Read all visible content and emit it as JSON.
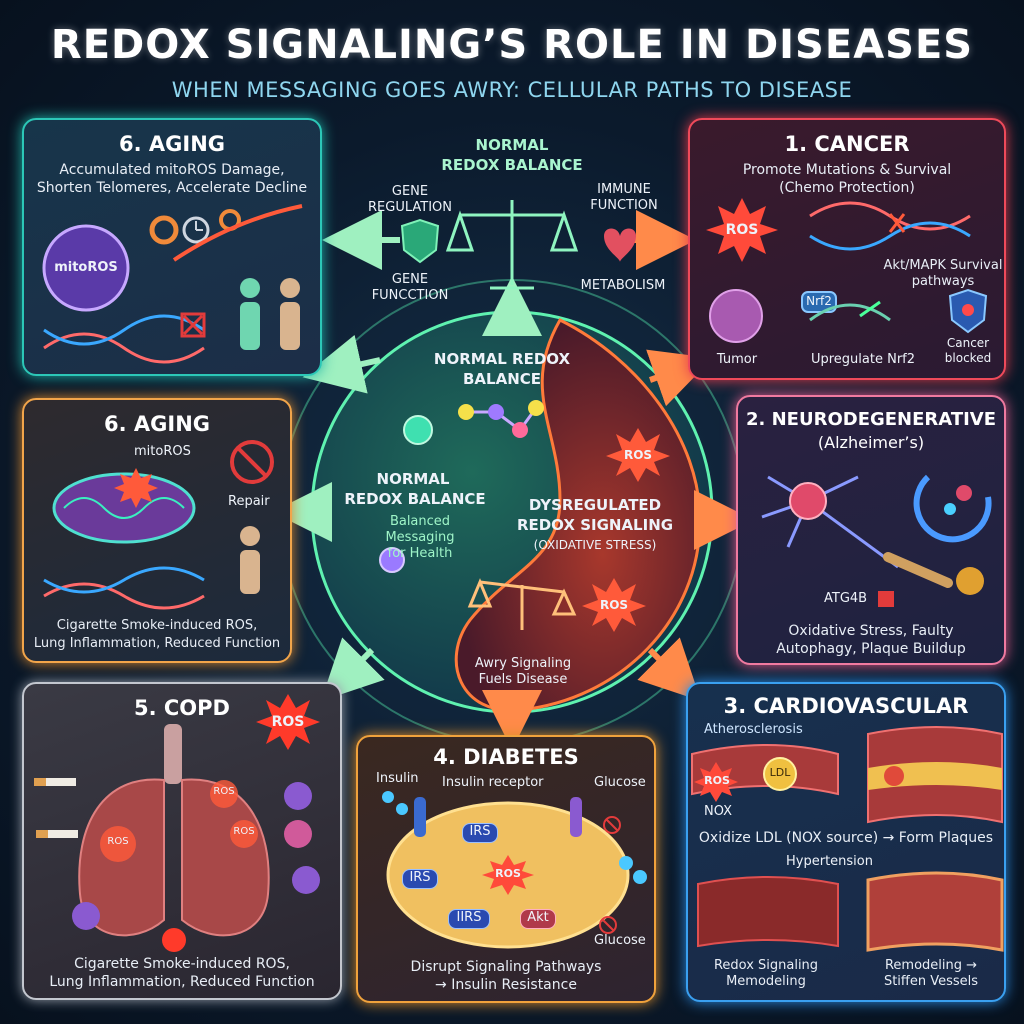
{
  "header": {
    "title": "REDOX SIGNALING’S ROLE IN DISEASES",
    "subtitle": "WHEN MESSAGING GOES AWRY: CELLULAR PATHS TO DISEASE"
  },
  "top_center": {
    "title_line1": "NORMAL",
    "title_line2": "REDOX BALANCE",
    "gene_regulation_1": "GENE",
    "gene_regulation_2": "REGULATION",
    "immune_function_1": "IMMUNE",
    "immune_function_2": "FUNCTION",
    "gene_function_1": "GENE",
    "gene_function_2": "FUNCCTION",
    "metabolism": "METABOLISM"
  },
  "center": {
    "normal_top_1": "NORMAL REDOX",
    "normal_top_2": "BALANCE",
    "normal_mid_1": "NORMAL",
    "normal_mid_2": "REDOX BALANCE",
    "balanced_1": "Balanced",
    "balanced_2": "Messaging",
    "balanced_3": "for Health",
    "dys_1": "DYSREGULATED",
    "dys_2": "REDOX SIGNALING",
    "dys_3": "(OXIDATIVE STRESS)",
    "ros_top": "ROS",
    "ros_bottom": "ROS",
    "awry_1": "Awry Signaling",
    "awry_2": "Fuels Disease"
  },
  "aging1": {
    "title": "6. AGING",
    "desc_1": "Accumulated mitoROS Damage,",
    "desc_2": "Shorten Telomeres, Accelerate Decline",
    "mitoros": "mitoROS"
  },
  "aging2": {
    "title": "6. AGING",
    "mitoros": "mitoROS",
    "repair": "Repair",
    "desc_1": "Cigarette Smoke-induced ROS,",
    "desc_2": "Lung Inflammation, Reduced Function"
  },
  "copd": {
    "title": "5. COPD",
    "ros_main": "ROS",
    "ros_a": "ROS",
    "ros_b": "ROS",
    "ros_c": "ROS",
    "desc_1": "Cigarette Smoke-induced ROS,",
    "desc_2": "Lung Inflammation, Reduced Function"
  },
  "cancer": {
    "title": "1. CANCER",
    "desc_1": "Promote Mutations & Survival",
    "desc_2": "(Chemo Protection)",
    "ros": "ROS",
    "akt_1": "Akt/MAPK Survival",
    "akt_2": "pathways",
    "nrf2": "Nrf2",
    "tumor": "Tumor",
    "upregulate": "Upregulate Nrf2",
    "blocked_1": "Cancer",
    "blocked_2": "blocked"
  },
  "neuro": {
    "title_1": "2. NEURODEGENERATIVE",
    "title_2": "(Alzheimer’s)",
    "atg4b": "ATG4B",
    "desc_1": "Oxidative Stress, Faulty",
    "desc_2": "Autophagy, Plaque Buildup"
  },
  "cardio": {
    "title": "3. CARDIOVASCULAR",
    "athero": "Atherosclerosis",
    "ros": "ROS",
    "ldl": "LDL",
    "nox": "NOX",
    "oxidize": "Oxidize LDL (NOX source) → Form Plaques",
    "hypertension": "Hypertension",
    "redox_1": "Redox Signaling",
    "redox_2": "Memodeling",
    "remodel_1": "Remodeling →",
    "remodel_2": "Stiffen Vessels"
  },
  "diabetes": {
    "title": "4. DIABETES",
    "insulin": "Insulin",
    "receptor": "Insulin receptor",
    "glucose_top": "Glucose",
    "irs_1": "IRS",
    "irs_2": "IRS",
    "irs_3": "IIRS",
    "ros": "ROS",
    "akt": "Akt",
    "glucose_bottom": "Glucose",
    "desc_1": "Disrupt Signaling Pathways",
    "desc_2": "→ Insulin Resistance"
  }
}
